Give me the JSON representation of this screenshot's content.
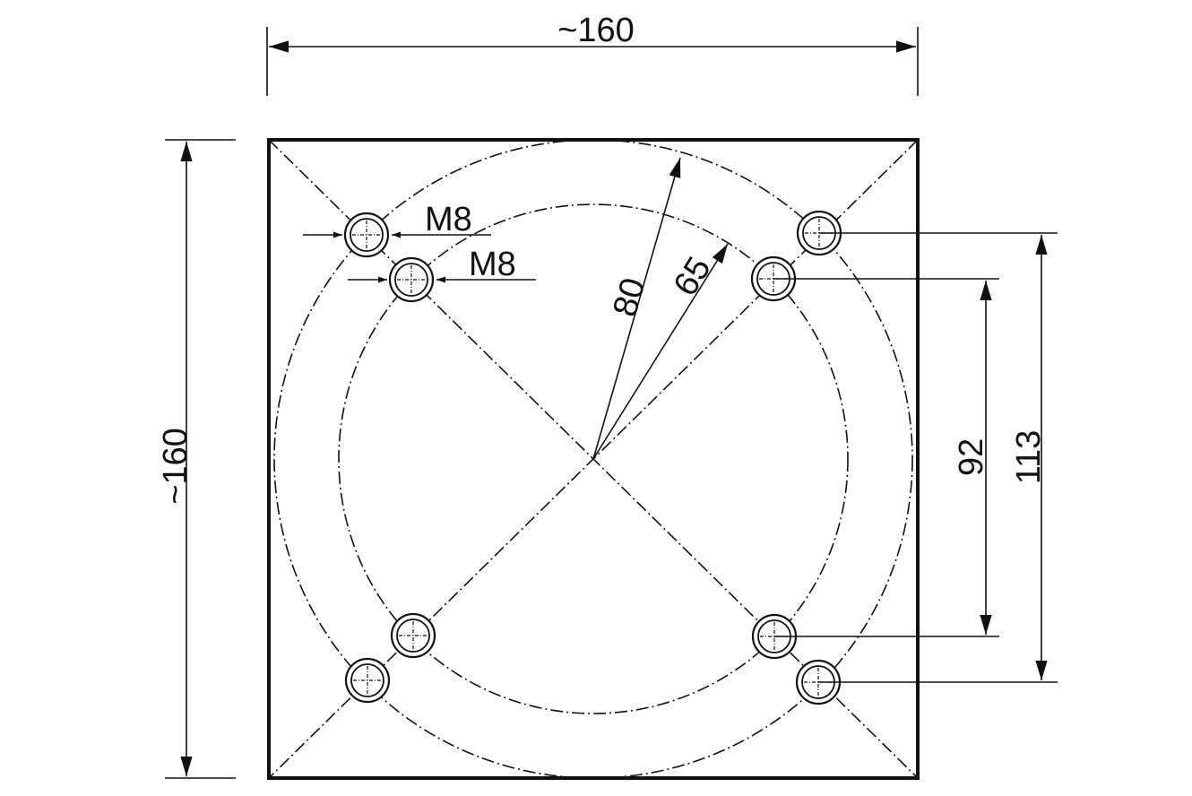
{
  "drawing": {
    "width_label": "~160",
    "height_label": "~160",
    "outer_radius_label": "80",
    "inner_radius_label": "65",
    "inner_spacing_label": "92",
    "outer_spacing_label": "113",
    "thread_outer_label": "M8",
    "thread_inner_label": "M8"
  }
}
